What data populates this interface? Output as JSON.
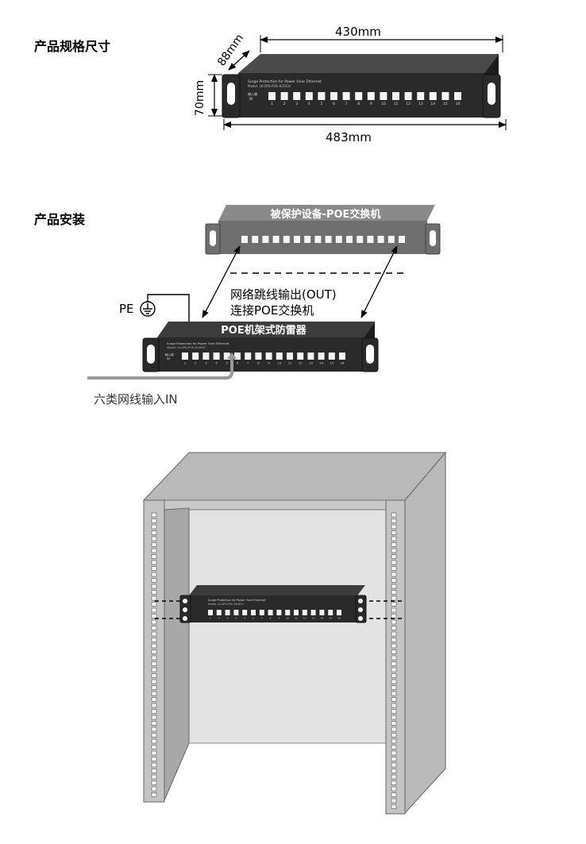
{
  "sections": {
    "spec_title": "产品规格尺寸",
    "install_title": "产品安装"
  },
  "dimensions": {
    "width_top": "430mm",
    "depth": "88mm",
    "height": "70mm",
    "width_bottom": "483mm"
  },
  "device": {
    "line1": "Surge Protection for Power Over Ethernet",
    "line2": "Model: LK-SPD-POE-8/16CH",
    "port_group_label_1": "输入端",
    "port_group_label_2": "IN",
    "port_numbers": [
      "1",
      "2",
      "3",
      "4",
      "5",
      "6",
      "7",
      "8",
      "9",
      "10",
      "11",
      "12",
      "13",
      "14",
      "15",
      "16"
    ]
  },
  "installation": {
    "switch_label": "被保护设备-POE交换机",
    "device_label": "POE机架式防雷器",
    "out_line1": "网络跳线输出(OUT)",
    "out_line2": "连接POE交换机",
    "pe_label": "PE",
    "in_label": "六类网线输入IN"
  },
  "colors": {
    "device_body": "#2a2a2a",
    "device_top": "#3c3c3c",
    "switch_body": "#6e6e6e",
    "cabinet_gray": "#b9b9b9",
    "cabinet_light": "#e3e3e3"
  }
}
